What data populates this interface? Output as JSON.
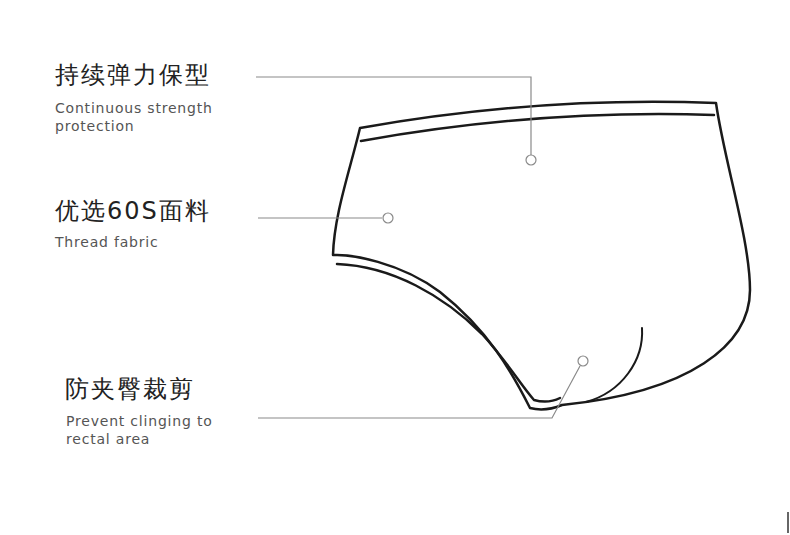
{
  "diagram": {
    "labels": [
      "持续弹力保型",
      "Continuous strength protection",
      "优选60S面料",
      "Thread fabric",
      "防夹臀裁剪",
      "Prevent clinging to rectal area"
    ]
  }
}
